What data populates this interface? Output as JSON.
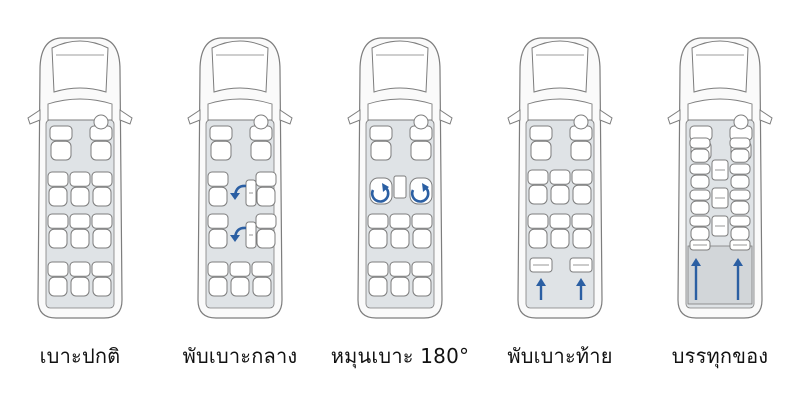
{
  "colors": {
    "floor": "#dfe3e6",
    "outline": "#7d7d7d",
    "seat_fill": "#ffffff",
    "arrow": "#2b5fa3",
    "cargo": "#d2d6d9"
  },
  "panels": [
    {
      "id": "normal",
      "caption": "เบาะปกติ",
      "mode": "normal"
    },
    {
      "id": "fold-middle",
      "caption": "พับเบาะกลาง",
      "mode": "fold-middle"
    },
    {
      "id": "rotate",
      "caption": "หมุนเบาะ 180°",
      "mode": "rotate"
    },
    {
      "id": "fold-rear",
      "caption": "พับเบาะท้าย",
      "mode": "fold-rear"
    },
    {
      "id": "cargo",
      "caption": "บรรทุกของ",
      "mode": "cargo"
    }
  ]
}
